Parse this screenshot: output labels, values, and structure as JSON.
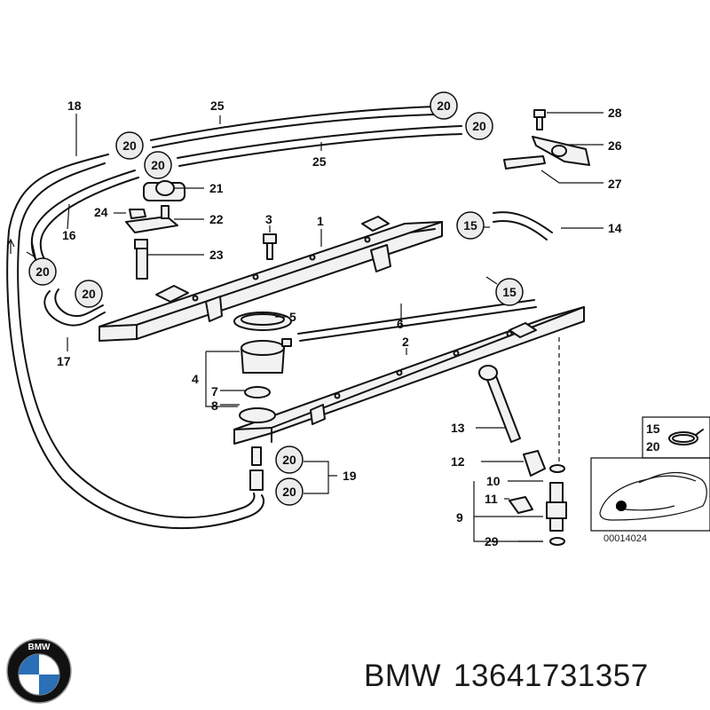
{
  "callouts": {
    "c1": "1",
    "c2": "2",
    "c4": "4",
    "c5": "5",
    "c6": "6",
    "c7": "7",
    "c8": "8",
    "c9": "9",
    "c10": "10",
    "c11": "11",
    "c12": "12",
    "c13": "13",
    "c14": "14",
    "c15a": "15",
    "c15b": "15",
    "c16": "16",
    "c17": "17",
    "c18": "18",
    "c19": "19",
    "c20a": "20",
    "c20b": "20",
    "c20c": "20",
    "c20d": "20",
    "c20e": "20",
    "c20f": "20",
    "c20g": "20",
    "c20h": "20",
    "c21": "21",
    "c22": "22",
    "c23": "23",
    "c24": "24",
    "c25a": "25",
    "c25b": "25",
    "c26": "26",
    "c27": "27",
    "c28": "28",
    "c29": "29",
    "c3": "3"
  },
  "inset": {
    "label_15": "15",
    "label_20": "20",
    "image_code": "00014024"
  },
  "footer": {
    "brand": "BMW",
    "part_number": "13641731357"
  },
  "logo": {
    "letters": "BMW",
    "colors": {
      "blue": "#2b6fb7",
      "white": "#ffffff",
      "ring": "#111111"
    }
  }
}
